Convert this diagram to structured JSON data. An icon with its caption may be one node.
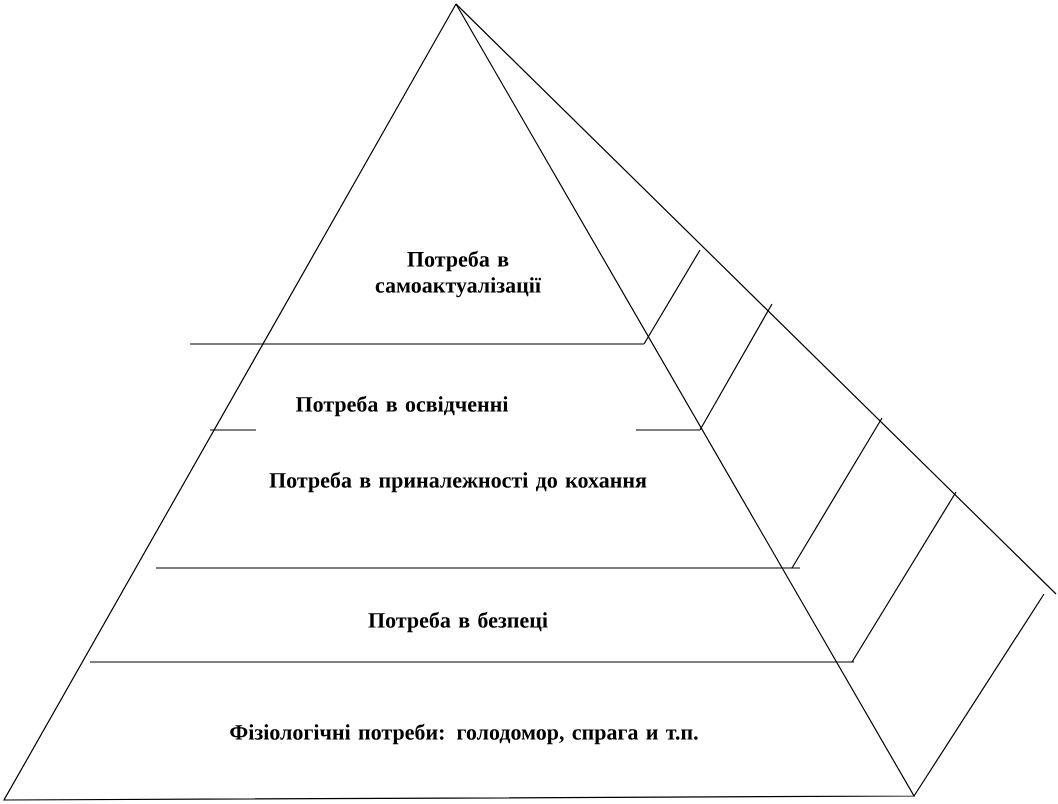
{
  "diagram": {
    "nodes": [
      {
        "text": [
          "Потреба в самоактуалізації"
        ]
      },
      {
        "text": [
          "Потреба в освідченні"
        ]
      },
      {
        "text": [
          "Потреба в приналежності до кохання"
        ]
      },
      {
        "text": [
          "Потреба в безпеці"
        ]
      },
      {
        "text": [
          "Фізіологічні потреби: голодомор, спрага и т.п."
        ]
      }
    ]
  }
}
